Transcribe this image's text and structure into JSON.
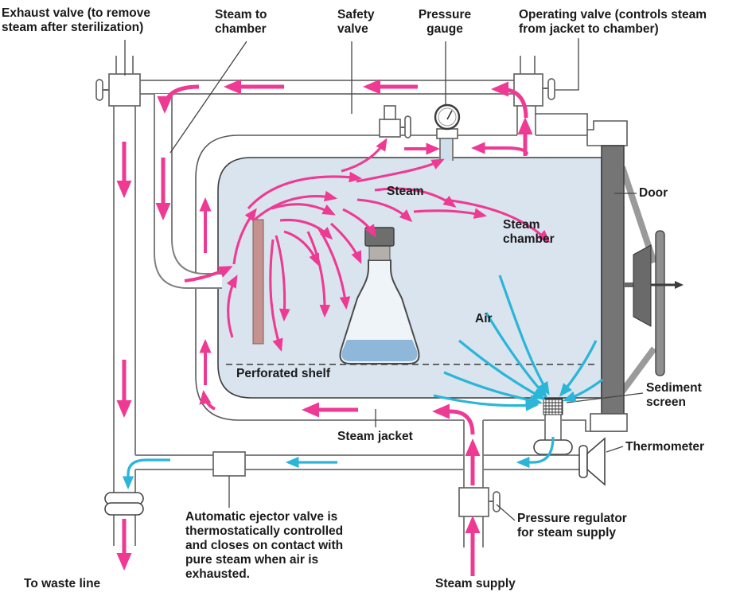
{
  "labels": {
    "exhaust_valve": "Exhaust valve (to remove\nsteam after sterilization)",
    "steam_to_chamber": "Steam to\nchamber",
    "safety_valve": "Safety\nvalve",
    "pressure_gauge": "Pressure\ngauge",
    "operating_valve": "Operating valve (controls steam\nfrom jacket to chamber)",
    "door": "Door",
    "steam": "Steam",
    "steam_chamber": "Steam\nchamber",
    "air": "Air",
    "perforated_shelf": "Perforated shelf",
    "steam_jacket": "Steam jacket",
    "sediment_screen": "Sediment\nscreen",
    "thermometer": "Thermometer",
    "automatic_ejector_valve_note": "Automatic ejector valve is\nthermostatically controlled\nand closes on contact with\npure steam when air is\nexhausted.",
    "pressure_regulator": "Pressure regulator\nfor steam supply",
    "to_waste_line": "To waste line",
    "steam_supply": "Steam supply"
  },
  "colors": {
    "steam_arrow": "#ee3a93",
    "air_arrow": "#2bb5d8",
    "chamber_fill": "#d9e4ee",
    "door_gray": "#757575",
    "baffle": "#c5928f",
    "pipe_gray": "#808080",
    "outline": "#3c3c3c",
    "text": "#1a1a1a",
    "flask_liquid": "#8fb7d9"
  }
}
